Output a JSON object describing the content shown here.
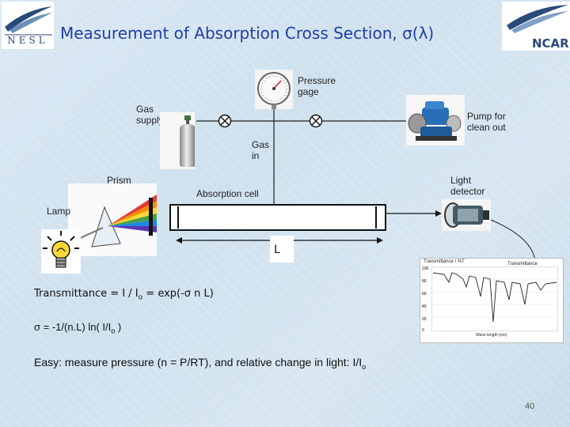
{
  "logos": {
    "left_text": "NESL",
    "right_text": "NCAR"
  },
  "title_text": "Measurement of Absorption Cross Section, σ(λ)",
  "labels": {
    "pressure_gage": "Pressure gage",
    "gas_supply": "Gas supply",
    "pump": "Pump for clean out",
    "gas_in": "Gas in",
    "prism": "Prism",
    "light_detector": "Light detector",
    "absorption_cell": "Absorption cell",
    "lamp": "Lamp",
    "length": "L"
  },
  "equations": {
    "transmittance_a": "Transmittance = I / I",
    "transmittance_sub": "o",
    "transmittance_b": " = exp(-σ n L)",
    "sigma_a": "σ = -1/(n.L) ln( I/I",
    "sigma_sub": "o",
    "sigma_b": " )",
    "easy_a": "Easy: measure pressure (n = P/RT), and relative change in light: I/I",
    "easy_sub": "o"
  },
  "spectrum_plot": {
    "title": "Transmittance / %T",
    "legend": "Transmittance",
    "y_ticks": [
      "100",
      "80",
      "60",
      "40",
      "20",
      "0"
    ],
    "x_label": "Wave length (nm)"
  },
  "page_number": "40"
}
